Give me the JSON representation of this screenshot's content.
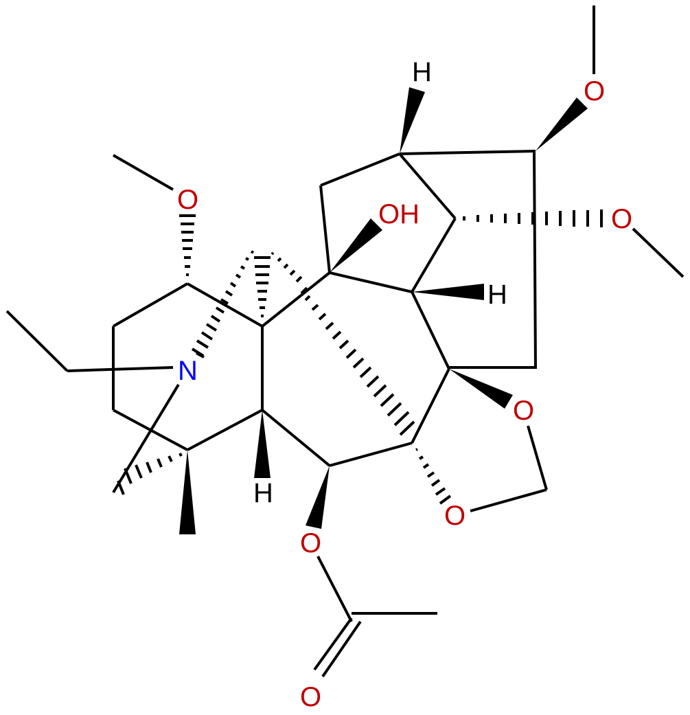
{
  "title": "Chemical structure (diterpenoid alkaloid with methylenedioxy, acetate, methoxy groups)",
  "colors": {
    "bond": "#000000",
    "oxygen": "#c00000",
    "nitrogen": "#0000ff",
    "hydrogen": "#000000"
  },
  "atom_labels": {
    "o_top_methoxy": "O",
    "o_left_methoxy": "O",
    "o_right_methoxy": "O",
    "oh": "OH",
    "h_top": "H",
    "h_right": "H",
    "h_bottom": "H",
    "n": "N",
    "o_dioxole_upper": "O",
    "o_dioxole_lower": "O",
    "o_ester": "O",
    "o_carbonyl": "O"
  }
}
